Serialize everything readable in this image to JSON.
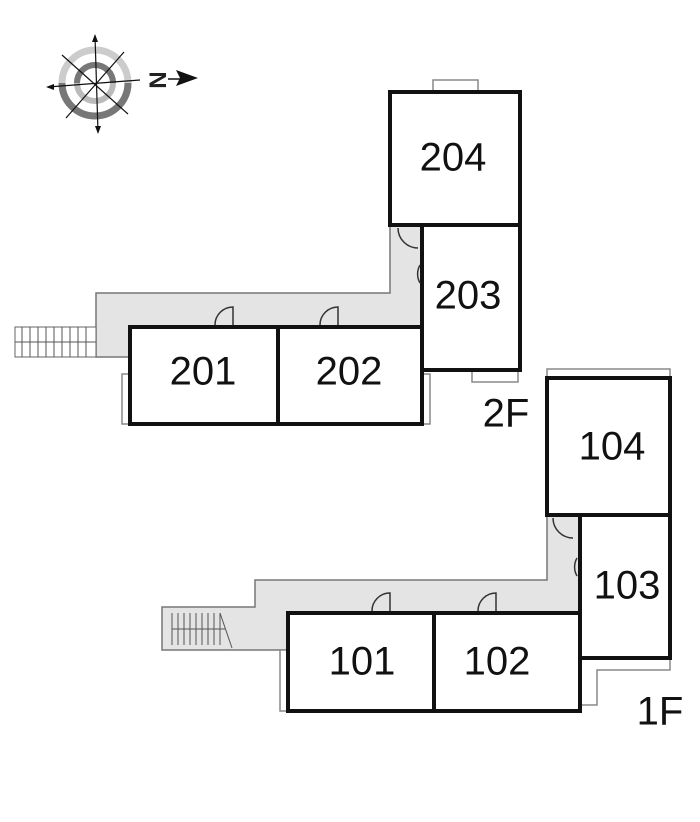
{
  "compass": {
    "north_label": "N",
    "icon": "compass-rose-icon"
  },
  "floors": [
    {
      "label": "2F",
      "units": [
        "201",
        "202",
        "203",
        "204"
      ]
    },
    {
      "label": "1F",
      "units": [
        "101",
        "102",
        "103",
        "104"
      ]
    }
  ],
  "colors": {
    "wall": "#111111",
    "corridor": "#e4e4e4",
    "window": "#888888"
  }
}
